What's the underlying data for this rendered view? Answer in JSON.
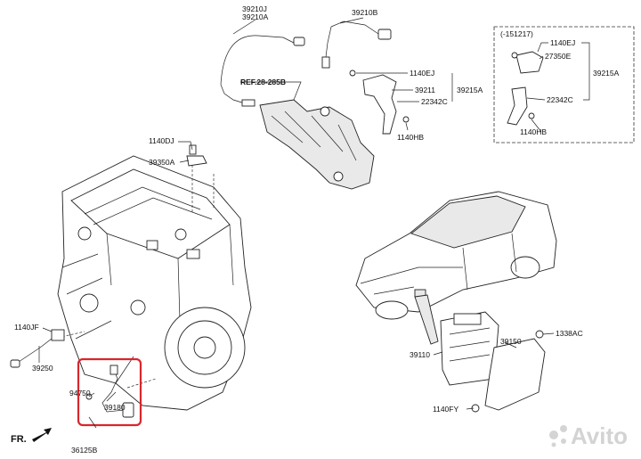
{
  "labels": {
    "p39210J": "39210J",
    "p39210A": "39210A",
    "p39210B": "39210B",
    "ref": "REF.28-285B",
    "p1140EJ_a": "1140EJ",
    "p39211": "39211",
    "p22342C_a": "22342C",
    "p39215A_a": "39215A",
    "p1140HB_a": "1140HB",
    "p1140DJ": "1140DJ",
    "p39350A": "39350A",
    "inset_title": "(-151217)",
    "p1140EJ_b": "1140EJ",
    "p27350E": "27350E",
    "p39215A_b": "39215A",
    "p22342C_b": "22342C",
    "p1140HB_b": "1140HB",
    "p1140JF": "1140JF",
    "p39250": "39250",
    "p94750": "94750",
    "p39180": "39180",
    "p36125B": "36125B",
    "fr": "FR.",
    "p39110": "39110",
    "p39150": "39150",
    "p1338AC": "1338AC",
    "p1140FY": "1140FY"
  },
  "watermark": {
    "brand": "Avito",
    "color": "#cfcfcf"
  },
  "highlight": {
    "color": "#d9262c"
  }
}
